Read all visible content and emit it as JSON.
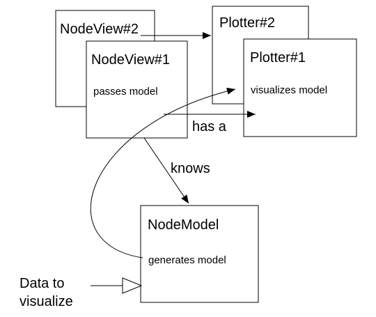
{
  "nodes": {
    "nodeview2": {
      "title": "NodeView#2"
    },
    "nodeview1": {
      "title": "NodeView#1",
      "subtitle": "passes model"
    },
    "plotter2": {
      "title": "Plotter#2"
    },
    "plotter1": {
      "title": "Plotter#1",
      "subtitle": "visualizes model"
    },
    "nodemodel": {
      "title": "NodeModel",
      "subtitle": "generates model"
    }
  },
  "edges": {
    "has_a": "has a",
    "knows": "knows"
  },
  "input": {
    "line1": "Data to",
    "line2": "visualize"
  }
}
